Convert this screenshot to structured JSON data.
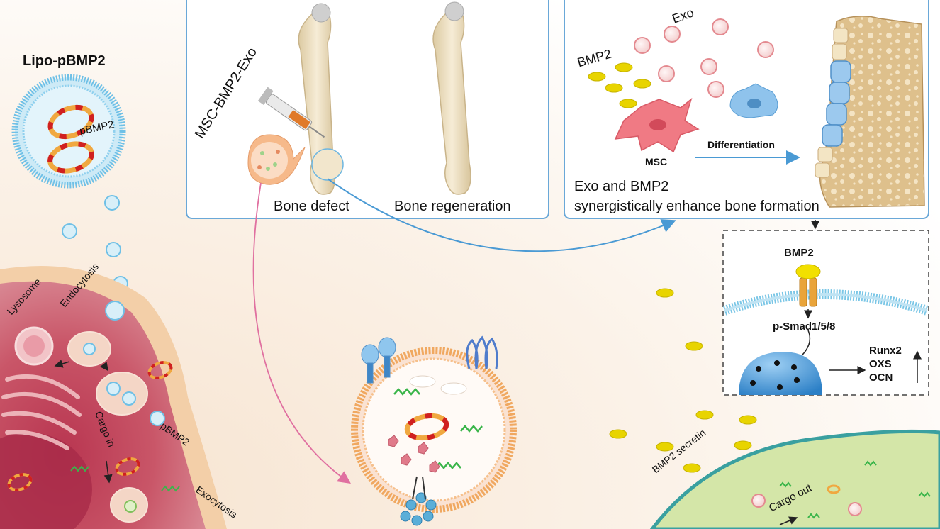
{
  "left": {
    "title": "Lipo-pBMP2",
    "plasmid_label": "pBMP2",
    "lysosome": "Lysosome",
    "endocytosis": "Endocytosis",
    "cargo_in": "Cargo in",
    "pbmp2_cell": "pBMP2",
    "exocytosis": "Exocytosis"
  },
  "panel_bone": {
    "injection_label": "MSC-BMP2-Exo",
    "defect_label": "Bone defect",
    "regeneration_label": "Bone regeneration"
  },
  "panel_diff": {
    "exo_label": "Exo",
    "bmp2_label": "BMP2",
    "msc_label": "MSC",
    "differentiation_label": "Differentiation",
    "caption_line1": "Exo and BMP2",
    "caption_line2": "synergistically enhance bone formation"
  },
  "signaling": {
    "bmp2": "BMP2",
    "psmad": "p-Smad1/5/8",
    "genes": [
      "Runx2",
      "OXS",
      "OCN"
    ]
  },
  "bottom_right": {
    "secretion": "BMP2 secretin",
    "cargo_out": "Cargo out"
  },
  "colors": {
    "panel_border": "#6aa8d8",
    "bmp2_yellow": "#e8d400",
    "bone": "#efe2c6",
    "cell_red": "#c94b5e",
    "cell_green": "#d4e6a8",
    "arrow_blue": "#4a9ad4",
    "arrow_pink": "#e070a0"
  }
}
